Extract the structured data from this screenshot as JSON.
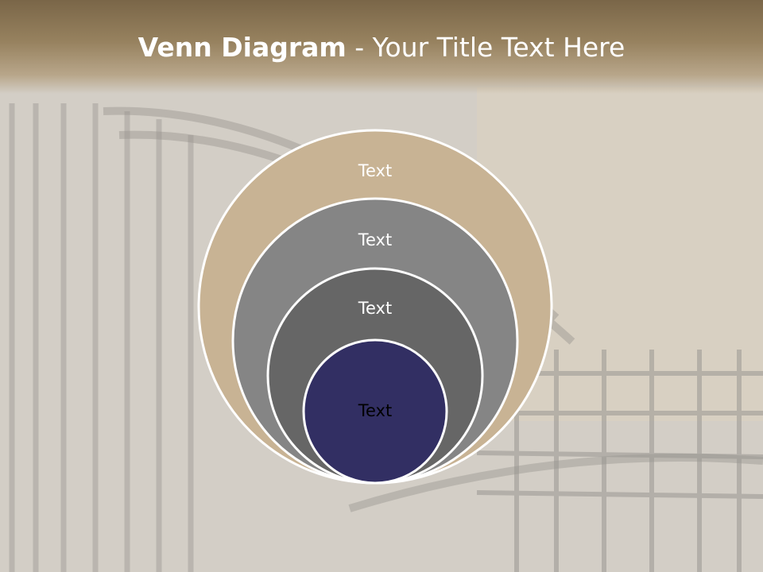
{
  "slide": {
    "title_bold": "Venn Diagram",
    "title_rest": " - Your Title Text Here"
  },
  "diagram": {
    "type": "stacked-venn",
    "circles": [
      {
        "label": "Text",
        "fill": "#c8b394",
        "text_color": "#ffffff"
      },
      {
        "label": "Text",
        "fill": "#858585",
        "text_color": "#ffffff"
      },
      {
        "label": "Text",
        "fill": "#666666",
        "text_color": "#ffffff"
      },
      {
        "label": "Text",
        "fill": "#322f63",
        "text_color": "#000000"
      }
    ],
    "stroke": "#ffffff"
  }
}
